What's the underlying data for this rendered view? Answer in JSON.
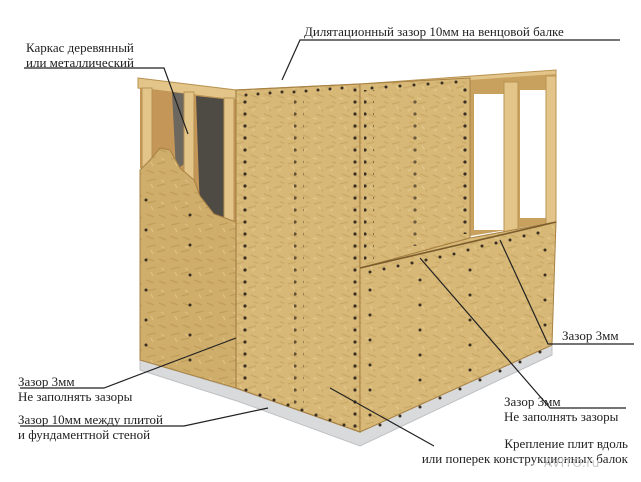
{
  "labels": {
    "frame_line1": "Каркас деревянный",
    "frame_line2": "или металлический",
    "dilatation_gap": "Дилятационный зазор 10мм на венцовой балке",
    "gap_right": "Зазор 3мм",
    "gap_left_line1": "Зазор 3мм",
    "gap_left_line2": "Не заполнять зазоры",
    "gap_mid_line1": "Зазор 3мм",
    "gap_mid_line2": "Не заполнять зазоры",
    "foundation_line1": "Зазор 10мм между плитой",
    "foundation_line2": "и фундаментной стеной",
    "fastening_line1": "Крепление плит вдоль",
    "fastening_line2": "или поперек конструкционных балок"
  },
  "watermark": "AVITO.ru",
  "colors": {
    "osb": "#d7b877",
    "osb_dark": "#c9a762",
    "timber": "#e3c58a",
    "foundation": "#d9dadb",
    "nail": "#3a2f22",
    "leader": "#222222"
  }
}
